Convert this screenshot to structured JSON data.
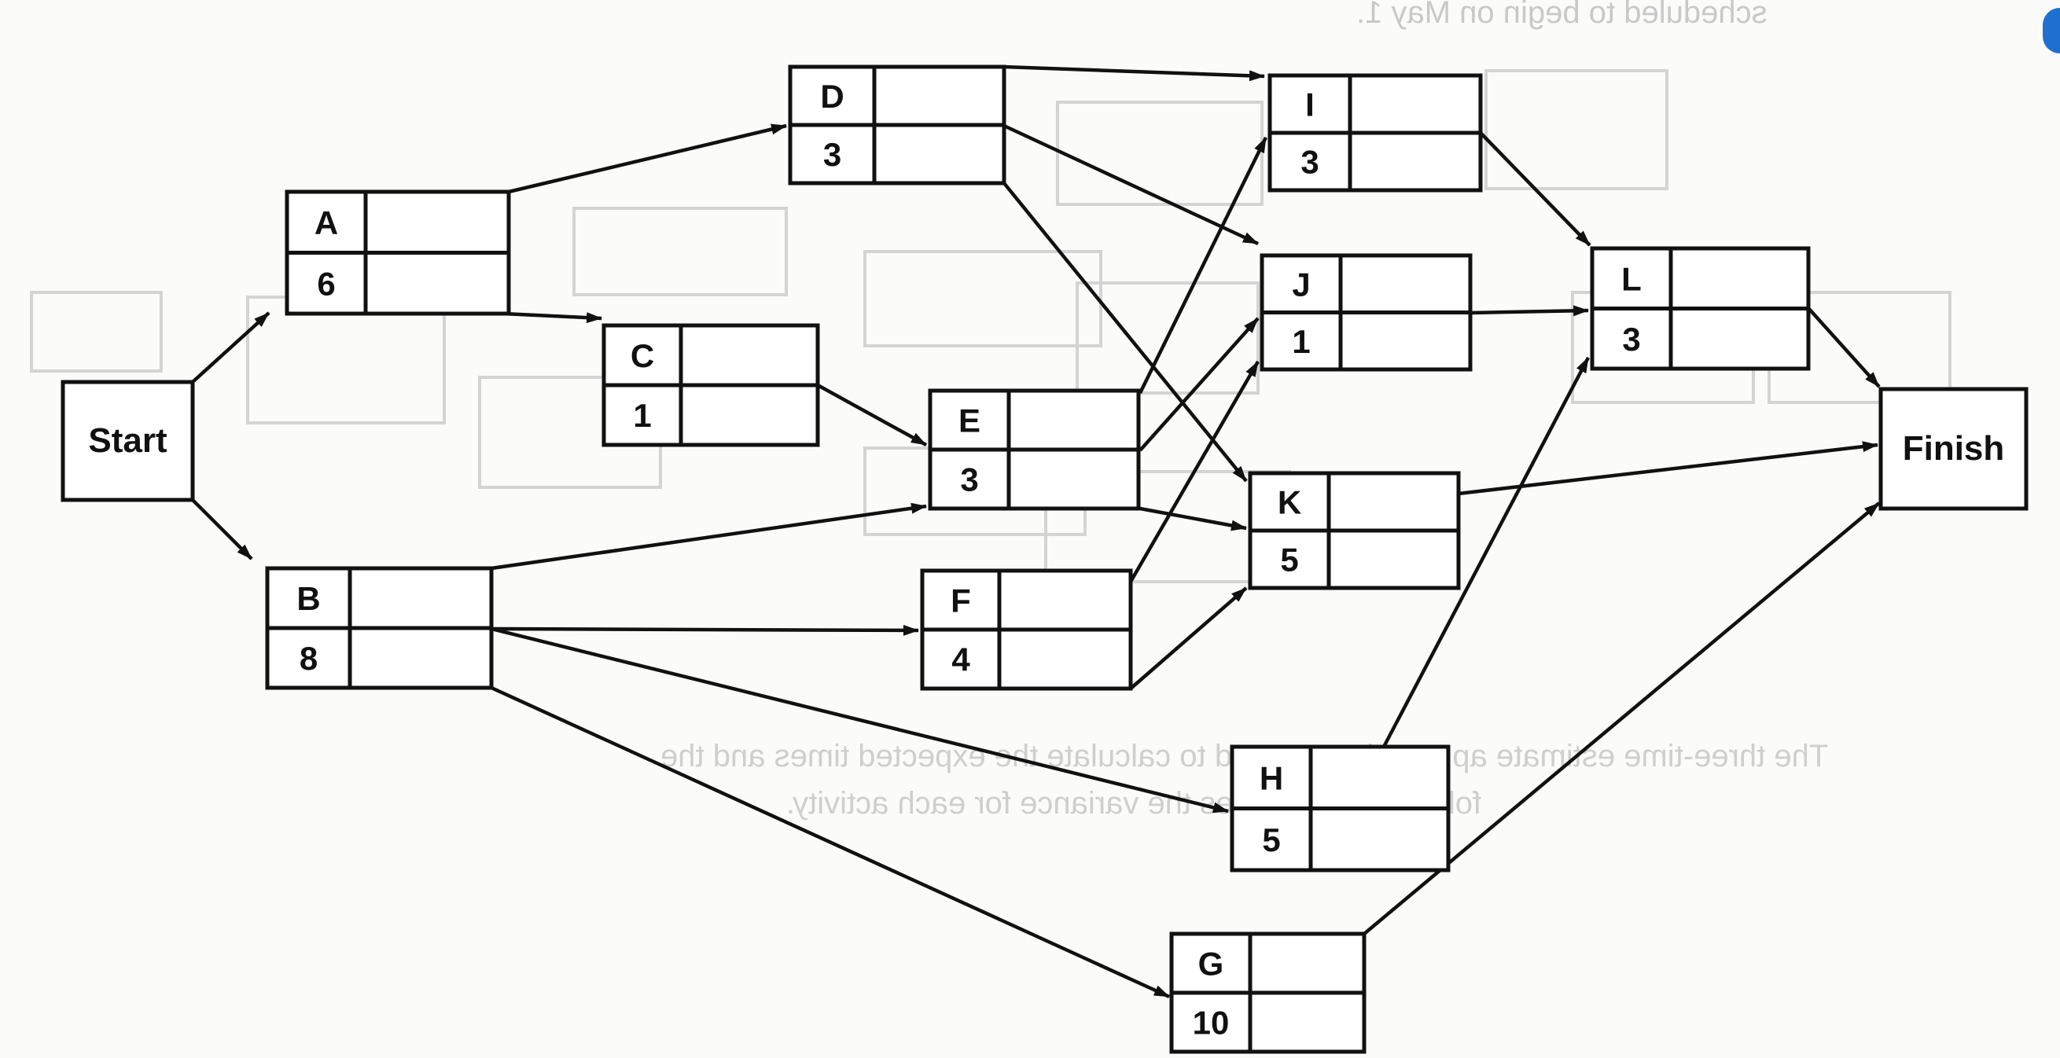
{
  "diagram": {
    "title": "",
    "start_label": "Start",
    "finish_label": "Finish",
    "activities": [
      {
        "id": "A",
        "duration": "6"
      },
      {
        "id": "B",
        "duration": "8"
      },
      {
        "id": "C",
        "duration": "1"
      },
      {
        "id": "D",
        "duration": "3"
      },
      {
        "id": "E",
        "duration": "3"
      },
      {
        "id": "F",
        "duration": "4"
      },
      {
        "id": "G",
        "duration": "10"
      },
      {
        "id": "H",
        "duration": "5"
      },
      {
        "id": "I",
        "duration": "3"
      },
      {
        "id": "J",
        "duration": "1"
      },
      {
        "id": "K",
        "duration": "5"
      },
      {
        "id": "L",
        "duration": "3"
      }
    ],
    "edges": [
      [
        "Start",
        "A"
      ],
      [
        "Start",
        "B"
      ],
      [
        "A",
        "D"
      ],
      [
        "A",
        "C"
      ],
      [
        "C",
        "E"
      ],
      [
        "B",
        "E"
      ],
      [
        "B",
        "F"
      ],
      [
        "B",
        "H"
      ],
      [
        "B",
        "G"
      ],
      [
        "D",
        "I"
      ],
      [
        "D",
        "J"
      ],
      [
        "D",
        "K"
      ],
      [
        "E",
        "I"
      ],
      [
        "E",
        "J"
      ],
      [
        "E",
        "K"
      ],
      [
        "F",
        "J"
      ],
      [
        "F",
        "K"
      ],
      [
        "I",
        "L"
      ],
      [
        "J",
        "L"
      ],
      [
        "H",
        "L"
      ],
      [
        "L",
        "Finish"
      ],
      [
        "K",
        "Finish"
      ],
      [
        "G",
        "Finish"
      ]
    ]
  },
  "bleed_through": {
    "lines": [
      "scheduled to begin on May 1.",
      "The three-time estimate approach was used to calculate the expected times and the",
      "following table gives the variance for each activity."
    ]
  }
}
